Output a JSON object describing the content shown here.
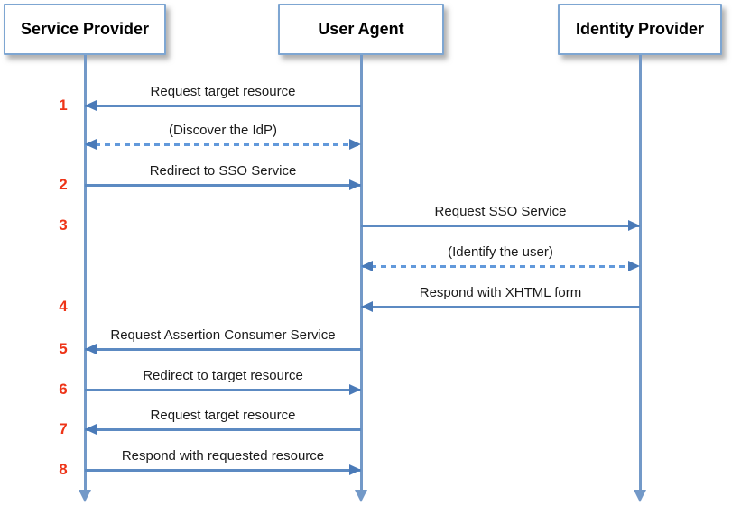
{
  "actors": [
    {
      "id": "sp",
      "label": "Service Provider"
    },
    {
      "id": "ua",
      "label": "User Agent"
    },
    {
      "id": "idp",
      "label": "Identity Provider"
    }
  ],
  "messages": [
    {
      "number": "1",
      "label": "Request target resource",
      "from": "ua",
      "to": "sp",
      "line": "solid",
      "heads": "to"
    },
    {
      "number": "",
      "label": "(Discover the IdP)",
      "from": "sp",
      "to": "ua",
      "line": "dashed",
      "heads": "both"
    },
    {
      "number": "2",
      "label": "Redirect to SSO Service",
      "from": "sp",
      "to": "ua",
      "line": "solid",
      "heads": "to"
    },
    {
      "number": "3",
      "label": "Request SSO Service",
      "from": "ua",
      "to": "idp",
      "line": "solid",
      "heads": "to"
    },
    {
      "number": "",
      "label": "(Identify the user)",
      "from": "ua",
      "to": "idp",
      "line": "dashed",
      "heads": "both"
    },
    {
      "number": "4",
      "label": "Respond with XHTML form",
      "from": "idp",
      "to": "ua",
      "line": "solid",
      "heads": "to"
    },
    {
      "number": "5",
      "label": "Request Assertion Consumer Service",
      "from": "ua",
      "to": "sp",
      "line": "solid",
      "heads": "to"
    },
    {
      "number": "6",
      "label": "Redirect to target resource",
      "from": "sp",
      "to": "ua",
      "line": "solid",
      "heads": "to"
    },
    {
      "number": "7",
      "label": "Request target resource",
      "from": "ua",
      "to": "sp",
      "line": "solid",
      "heads": "to"
    },
    {
      "number": "8",
      "label": "Respond with requested resource",
      "from": "sp",
      "to": "ua",
      "line": "solid",
      "heads": "to"
    }
  ],
  "colors": {
    "box_border": "#7ea6d2",
    "lifeline": "#7399c8",
    "line": "#5c8ac2",
    "dash": "#6299db",
    "arrow": "#4a7ab8",
    "number": "#ee3418"
  }
}
